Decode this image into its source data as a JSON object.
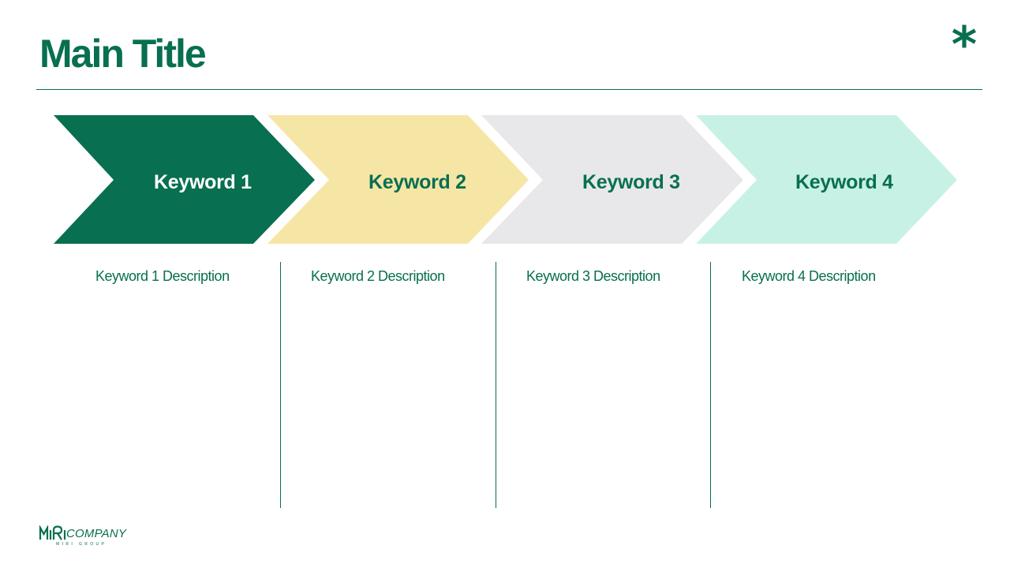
{
  "slide": {
    "title": "Main Title",
    "corner_mark": "*"
  },
  "steps": [
    {
      "keyword": "Keyword 1",
      "description": "Keyword 1 Description",
      "fill": "#086F50",
      "text_color": "#FFFFFF"
    },
    {
      "keyword": "Keyword 2",
      "description": "Keyword 2 Description",
      "fill": "#F6E6A6",
      "text_color": "#086F50"
    },
    {
      "keyword": "Keyword 3",
      "description": "Keyword 3 Description",
      "fill": "#E8E8EA",
      "text_color": "#086F50"
    },
    {
      "keyword": "Keyword 4",
      "description": "Keyword 4 Description",
      "fill": "#C8F1E6",
      "text_color": "#086F50"
    }
  ],
  "logo": {
    "mark": "MIRI",
    "wordmark": "COMPANY",
    "subtitle": "MIRI GROUP"
  },
  "colors": {
    "accent": "#086F50",
    "background": "#FFFFFF"
  }
}
